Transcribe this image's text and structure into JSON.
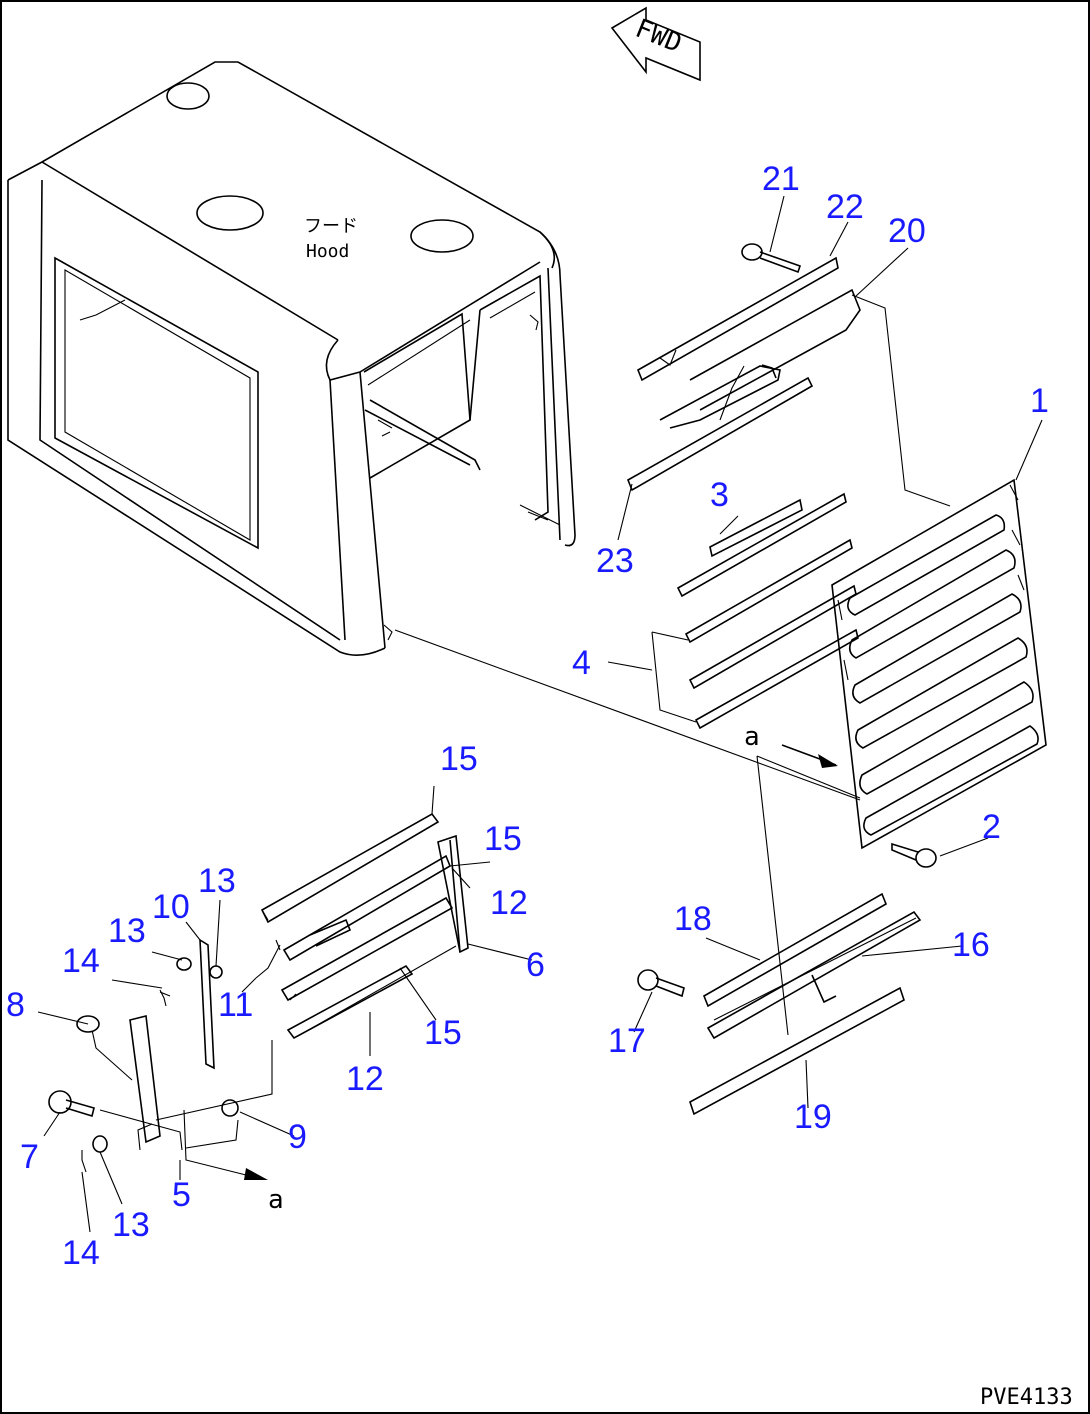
{
  "hood_label_jp": "フード",
  "hood_label_en": "Hood",
  "fwd_label": "FWD",
  "figure_id": "PVE4133",
  "arrow_labels": [
    "a",
    "a"
  ],
  "callouts": [
    "1",
    "2",
    "3",
    "4",
    "5",
    "6",
    "7",
    "8",
    "9",
    "10",
    "11",
    "12",
    "12",
    "13",
    "13",
    "13",
    "14",
    "14",
    "15",
    "15",
    "15",
    "16",
    "17",
    "18",
    "19",
    "20",
    "21",
    "22",
    "23"
  ],
  "colors": {
    "callout": "#1a1aff",
    "line": "#000000",
    "background": "#ffffff"
  }
}
